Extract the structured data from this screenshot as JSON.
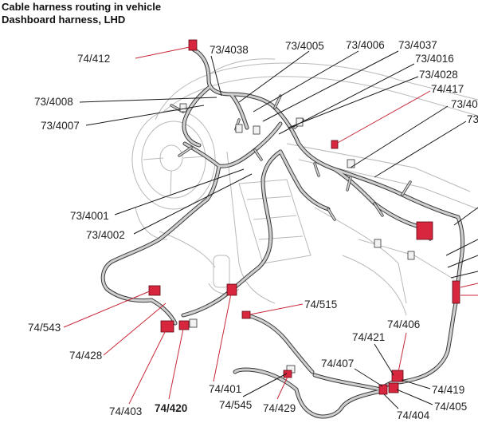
{
  "title": {
    "line1": "Cable harness routing in vehicle",
    "line2": "Dashboard harness, LHD"
  },
  "labels": {
    "l74_412": "74/412",
    "l73_4038": "73/4038",
    "l73_4005": "73/4005",
    "l73_4006": "73/4006",
    "l73_4037": "73/4037",
    "l73_4016": "73/4016",
    "l73_4028": "73/4028",
    "l74_417": "74/417",
    "l73_40_cut": "73/40",
    "l73_cut": "73",
    "l73_4008": "73/4008",
    "l73_4007": "73/4007",
    "l73_4001": "73/4001",
    "l73_4002": "73/4002",
    "l74_515": "74/515",
    "l74_543": "74/543",
    "l74_428": "74/428",
    "l74_406": "74/406",
    "l74_421": "74/421",
    "l74_407": "74/407",
    "l74_419": "74/419",
    "l74_401": "74/401",
    "l74_545": "74/545",
    "l74_429": "74/429",
    "l74_403": "74/403",
    "l74_420": "74/420",
    "l74_405": "74/405",
    "l74_404": "74/404"
  },
  "colors": {
    "connector": "#d7263d",
    "leader_red": "#c8283a",
    "leader_black": "#1a1a1a",
    "harness": "#3a3a3a",
    "car_outline": "#b9b9b9"
  }
}
